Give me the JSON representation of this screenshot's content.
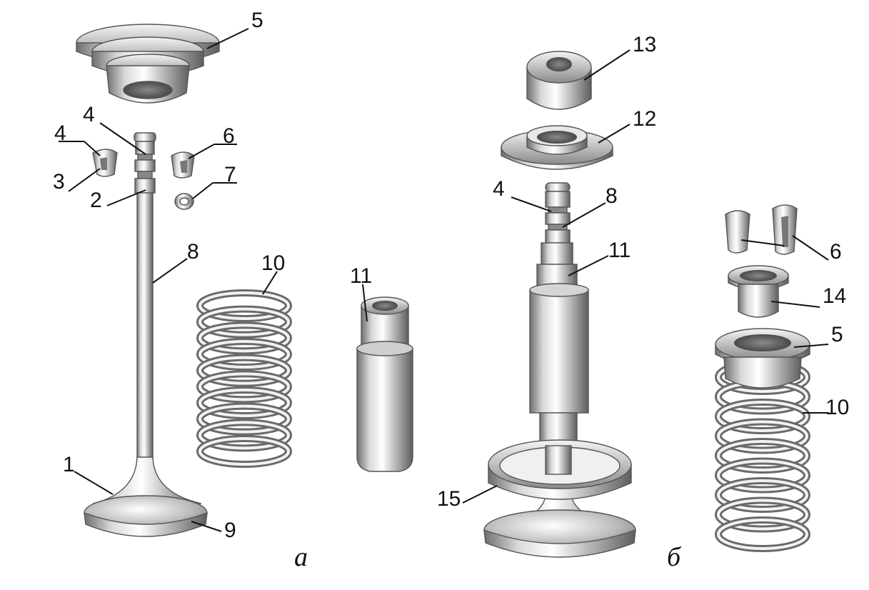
{
  "figure": {
    "panel_a": {
      "caption": "а",
      "callouts": [
        "5",
        "4",
        "4",
        "6",
        "3",
        "2",
        "7",
        "8",
        "10",
        "11",
        "1",
        "9"
      ],
      "parts": [
        "valve-spring-retainer",
        "valve-stem",
        "collet-half",
        "collet-half",
        "valve-stem-seal",
        "valve-spring",
        "valve-guide",
        "valve-head"
      ]
    },
    "panel_b": {
      "caption": "б",
      "callouts": [
        "13",
        "12",
        "4",
        "8",
        "11",
        "15",
        "6",
        "14",
        "5",
        "10"
      ],
      "parts": [
        "tappet-cup",
        "washer",
        "valve-stem",
        "valve-guide",
        "valve-seat-ring",
        "valve-head",
        "collet-half",
        "collet-half",
        "valve-stem-seal",
        "spring-retainer",
        "valve-spring"
      ]
    }
  }
}
